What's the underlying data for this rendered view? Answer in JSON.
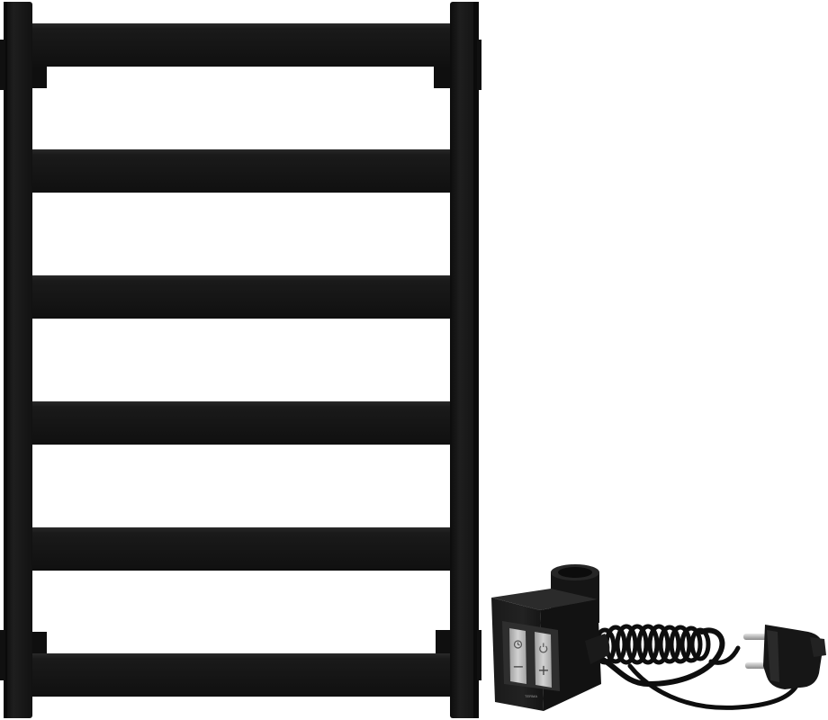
{
  "product": {
    "type": "electric heated towel rail",
    "rail_count": 6,
    "frame_color": "#141414",
    "heater_color": "#1c1c1c",
    "button_color": "#b9b9b9",
    "cable_color": "#0e0e0e"
  },
  "heater": {
    "buttons": [
      {
        "id": "timer",
        "top_symbol": "timer-icon",
        "bottom_glyph": "−"
      },
      {
        "id": "power",
        "top_symbol": "power-icon",
        "bottom_glyph": "+"
      }
    ],
    "brand_text": "TERMA"
  },
  "plug": {
    "type": "schuko",
    "pins": 2
  }
}
